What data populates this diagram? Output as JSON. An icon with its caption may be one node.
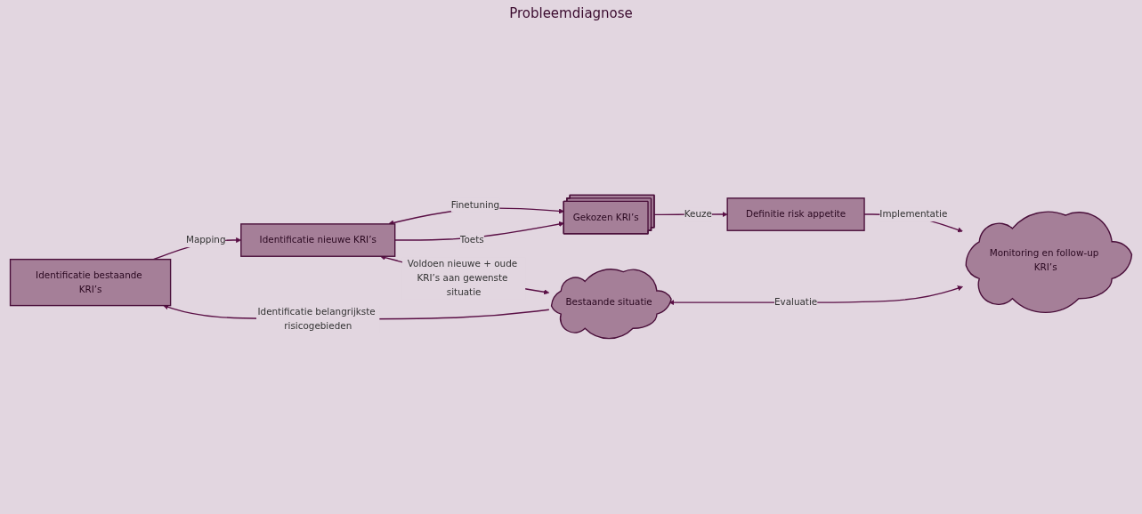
{
  "diagram": {
    "nodes": [
      {
        "text": [
          "Identificatie bestaande KRI’s"
        ]
      },
      {
        "text": [
          "Identificatie nieuwe KRI’s"
        ]
      },
      {
        "text": [
          "Gekozen KRI’s"
        ]
      },
      {
        "text": [
          "Definitie risk appetite"
        ]
      },
      {
        "text": [
          "Bestaande situatie"
        ]
      },
      {
        "text": [
          "Monitoring en follow-up KRI’s"
        ]
      }
    ],
    "edges": [
      {
        "from": 0,
        "to": 1,
        "arrow": "to",
        "label": "Mapping"
      },
      {
        "from": 1,
        "to": 2,
        "arrow": "both",
        "label": "Finetuning"
      },
      {
        "from": 1,
        "to": 2,
        "arrow": "to",
        "label": "Toets"
      },
      {
        "from": 2,
        "to": 3,
        "arrow": "to",
        "label": "Keuze"
      },
      {
        "from": 4,
        "to": 0,
        "arrow": "to",
        "label": "Identificatie belangrijkste risicogebieden"
      },
      {
        "from": 1,
        "to": 4,
        "arrow": "both",
        "label": "Voldoen nieuwe + oude KRI’s aan gewenste situatie"
      },
      {
        "from": 3,
        "to": 5,
        "arrow": "to",
        "label": "Implementatie"
      },
      {
        "from": 4,
        "to": 5,
        "arrow": "both",
        "label": "Evaluatie"
      }
    ],
    "labels": [
      "Probleemdiagnose"
    ]
  }
}
